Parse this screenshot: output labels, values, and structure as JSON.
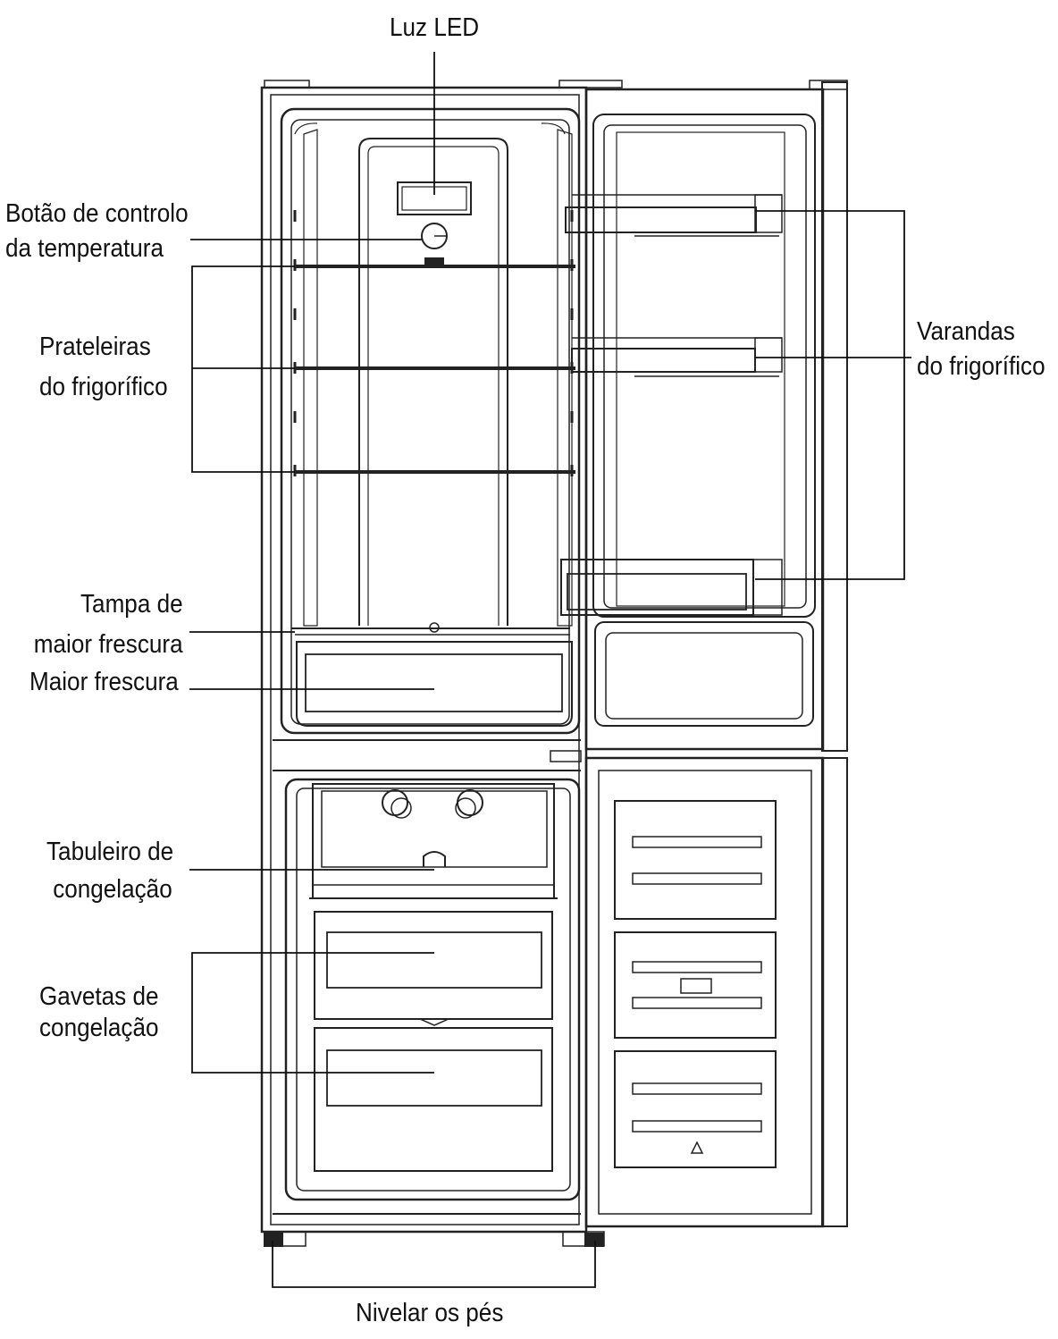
{
  "labels": {
    "led": "Luz LED",
    "temp_button": [
      "Botão de controlo",
      "da temperatura"
    ],
    "shelves": [
      "Prateleiras",
      "do frigorífico"
    ],
    "door_balconies": [
      "Varandas",
      "do frigorífico"
    ],
    "crisper_cover": [
      "Tampa de",
      "maior frescura"
    ],
    "crisper": "Maior frescura",
    "ice_tray": [
      "Tabuleiro de",
      "congelação"
    ],
    "freezer_drawers": [
      "Gavetas de",
      "congelação"
    ],
    "feet": "Nivelar os pés"
  }
}
